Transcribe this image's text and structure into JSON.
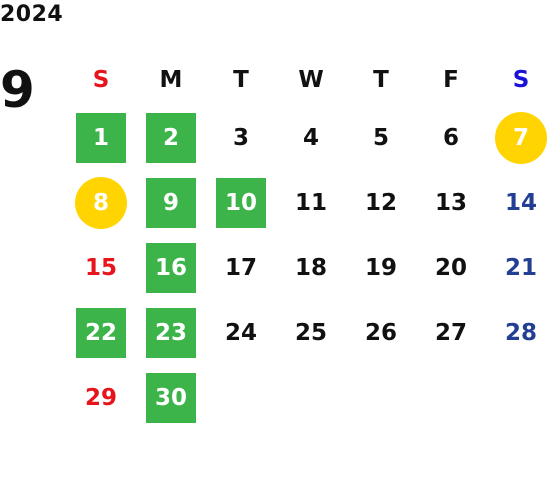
{
  "year": "2024",
  "month": "9",
  "weekdays": [
    "S",
    "M",
    "T",
    "W",
    "T",
    "F",
    "S"
  ],
  "colors": {
    "sunday": "#e8141c",
    "saturday_header": "#1a12d8",
    "saturday": "#233f94",
    "holiday_green": "#3cb44a",
    "special_yellow": "#ffd400"
  },
  "calendar": {
    "first_weekday_index": 0,
    "days": [
      {
        "d": "1",
        "style": "green"
      },
      {
        "d": "2",
        "style": "green"
      },
      {
        "d": "3",
        "style": "plain"
      },
      {
        "d": "4",
        "style": "plain"
      },
      {
        "d": "5",
        "style": "plain"
      },
      {
        "d": "6",
        "style": "plain"
      },
      {
        "d": "7",
        "style": "yellow"
      },
      {
        "d": "8",
        "style": "yellow"
      },
      {
        "d": "9",
        "style": "green"
      },
      {
        "d": "10",
        "style": "green"
      },
      {
        "d": "11",
        "style": "plain"
      },
      {
        "d": "12",
        "style": "plain"
      },
      {
        "d": "13",
        "style": "plain"
      },
      {
        "d": "14",
        "style": "plain"
      },
      {
        "d": "15",
        "style": "plain"
      },
      {
        "d": "16",
        "style": "green"
      },
      {
        "d": "17",
        "style": "plain"
      },
      {
        "d": "18",
        "style": "plain"
      },
      {
        "d": "19",
        "style": "plain"
      },
      {
        "d": "20",
        "style": "plain"
      },
      {
        "d": "21",
        "style": "plain"
      },
      {
        "d": "22",
        "style": "green"
      },
      {
        "d": "23",
        "style": "green"
      },
      {
        "d": "24",
        "style": "plain"
      },
      {
        "d": "25",
        "style": "plain"
      },
      {
        "d": "26",
        "style": "plain"
      },
      {
        "d": "27",
        "style": "plain"
      },
      {
        "d": "28",
        "style": "plain"
      },
      {
        "d": "29",
        "style": "plain"
      },
      {
        "d": "30",
        "style": "green"
      }
    ]
  }
}
